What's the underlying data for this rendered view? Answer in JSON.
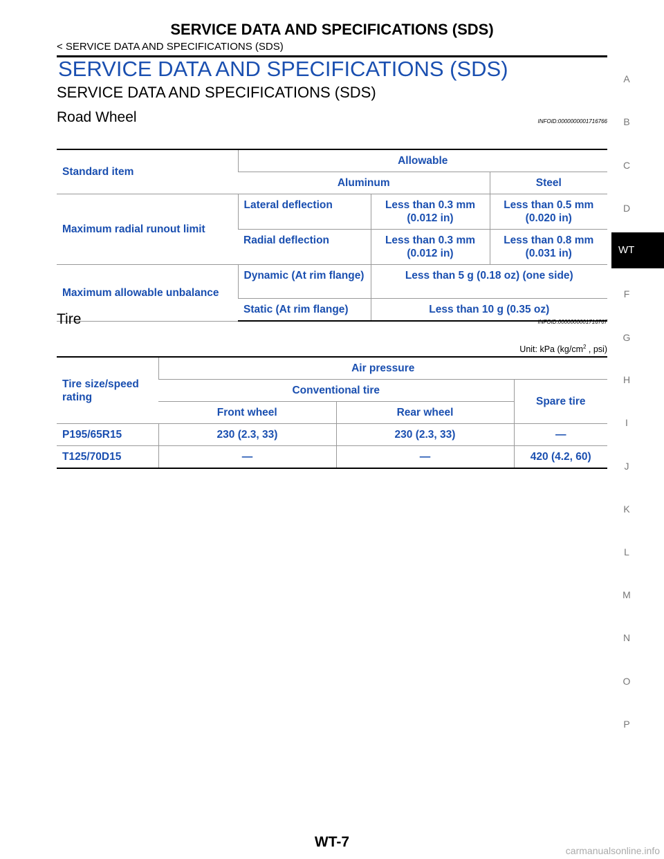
{
  "header": {
    "title": "SERVICE DATA AND SPECIFICATIONS (SDS)",
    "breadcrumb": "< SERVICE DATA AND SPECIFICATIONS (SDS)"
  },
  "section": {
    "title": "SERVICE DATA AND SPECIFICATIONS (SDS)",
    "subtitle": "SERVICE DATA AND SPECIFICATIONS (SDS)"
  },
  "road_wheel": {
    "heading": "Road Wheel",
    "infoid": "INFOID:0000000001716766",
    "table": {
      "h_standard": "Standard item",
      "h_allowable": "Allowable",
      "h_aluminum": "Aluminum",
      "h_steel": "Steel",
      "runout_label": "Maximum radial runout limit",
      "lateral_label": "Lateral deflection",
      "lateral_al": "Less than 0.3 mm (0.012 in)",
      "lateral_st": "Less than 0.5 mm (0.020 in)",
      "radial_label": "Radial deflection",
      "radial_al": "Less than 0.3 mm (0.012 in)",
      "radial_st": "Less than 0.8 mm (0.031 in)",
      "unbalance_label": "Maximum allowable unbalance",
      "dynamic_label": "Dynamic (At rim flange)",
      "dynamic_value": "Less than 5 g (0.18 oz) (one side)",
      "static_label": "Static (At rim flange)",
      "static_value": "Less than 10 g (0.35 oz)"
    }
  },
  "tire": {
    "heading": "Tire",
    "infoid": "INFOID:0000000001716767",
    "unit_prefix": "Unit: kPa (kg/cm",
    "unit_sup": "2",
    "unit_suffix": " , psi)",
    "table": {
      "h_size": "Tire size/speed rating",
      "h_air": "Air pressure",
      "h_conventional": "Conventional tire",
      "h_spare": "Spare tire",
      "h_front": "Front wheel",
      "h_rear": "Rear wheel",
      "rows": [
        {
          "size": "P195/65R15",
          "front": "230 (2.3, 33)",
          "rear": "230 (2.3, 33)",
          "spare": "—"
        },
        {
          "size": "T125/70D15",
          "front": "—",
          "rear": "—",
          "spare": "420 (4.2, 60)"
        }
      ]
    }
  },
  "side_index": {
    "letters": [
      "A",
      "B",
      "C",
      "D",
      "F",
      "G",
      "H",
      "I",
      "J",
      "K",
      "L",
      "M",
      "N",
      "O",
      "P"
    ],
    "active_tab": "WT"
  },
  "footer": {
    "page_number": "WT-7",
    "watermark": "carmanualsonline.info"
  }
}
